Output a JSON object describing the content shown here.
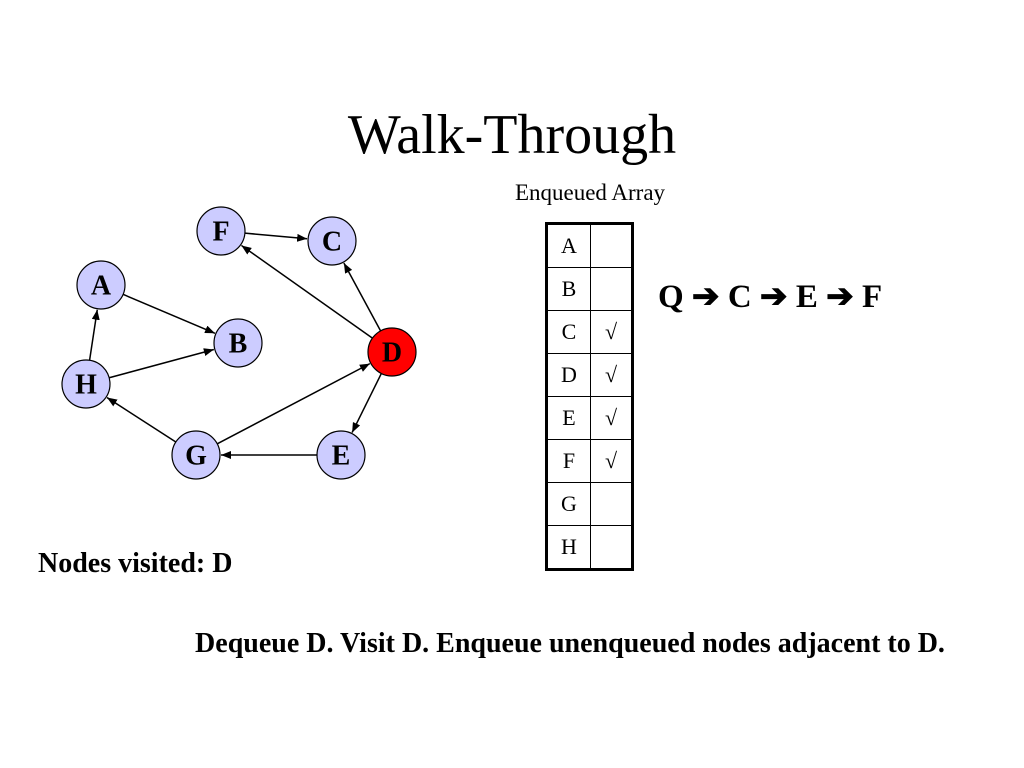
{
  "title": "Walk-Through",
  "array_caption": "Enqueued Array",
  "enqueued_array": [
    {
      "node": "A",
      "mark": ""
    },
    {
      "node": "B",
      "mark": ""
    },
    {
      "node": "C",
      "mark": "√"
    },
    {
      "node": "D",
      "mark": "√"
    },
    {
      "node": "E",
      "mark": "√"
    },
    {
      "node": "F",
      "mark": "√"
    },
    {
      "node": "G",
      "mark": ""
    },
    {
      "node": "H",
      "mark": ""
    }
  ],
  "queue": {
    "label": "Q",
    "items": [
      "C",
      "E",
      "F"
    ],
    "arrow_glyph": "➔"
  },
  "visited": {
    "label": "Nodes visited:",
    "nodes": "D"
  },
  "step_description": "Dequeue D.  Visit D.  Enqueue unenqueued nodes adjacent to D.",
  "graph": {
    "nodes": [
      {
        "id": "F",
        "label": "F",
        "highlight": false
      },
      {
        "id": "C",
        "label": "C",
        "highlight": false
      },
      {
        "id": "A",
        "label": "A",
        "highlight": false
      },
      {
        "id": "B",
        "label": "B",
        "highlight": false
      },
      {
        "id": "D",
        "label": "D",
        "highlight": true
      },
      {
        "id": "H",
        "label": "H",
        "highlight": false
      },
      {
        "id": "G",
        "label": "G",
        "highlight": false
      },
      {
        "id": "E",
        "label": "E",
        "highlight": false
      }
    ],
    "edges": [
      {
        "from": "F",
        "to": "C"
      },
      {
        "from": "A",
        "to": "B"
      },
      {
        "from": "H",
        "to": "A"
      },
      {
        "from": "H",
        "to": "B"
      },
      {
        "from": "D",
        "to": "F"
      },
      {
        "from": "D",
        "to": "C"
      },
      {
        "from": "D",
        "to": "E"
      },
      {
        "from": "G",
        "to": "H"
      },
      {
        "from": "G",
        "to": "D"
      },
      {
        "from": "E",
        "to": "G"
      }
    ],
    "colors": {
      "node_fill": "#ccccff",
      "highlight_fill": "#ff0000",
      "stroke": "#000000"
    }
  }
}
